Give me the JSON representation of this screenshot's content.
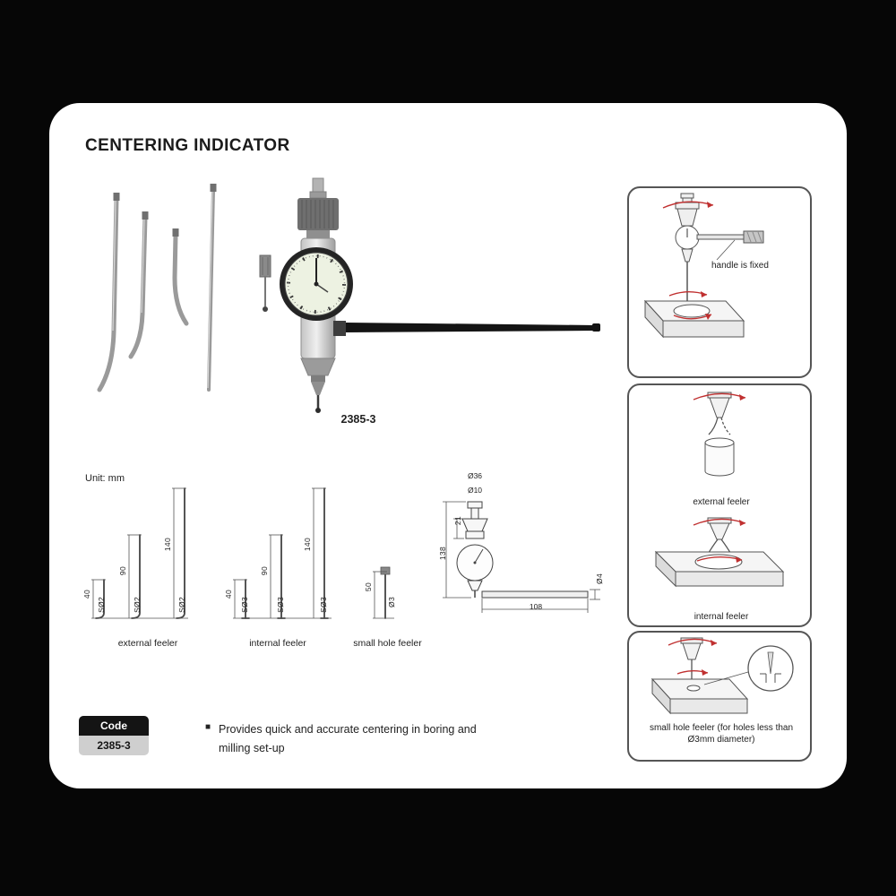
{
  "page": {
    "title": "CENTERING INDICATOR",
    "unit_note": "Unit: mm",
    "product_model": "2385-3",
    "code": {
      "label": "Code",
      "value": "2385-3"
    },
    "description_bullet": "Provides quick and accurate centering in boring and milling set-up"
  },
  "dimension_drawings": {
    "external_feeler": {
      "caption": "external feeler",
      "length_dims": [
        "40",
        "90",
        "140"
      ],
      "tip_dims": [
        "SØ2",
        "SØ2",
        "SØ2"
      ]
    },
    "internal_feeler": {
      "caption": "internal feeler",
      "length_dims": [
        "40",
        "90",
        "140"
      ],
      "tip_dims": [
        "SØ3",
        "SØ3",
        "SØ3"
      ]
    },
    "small_hole_feeler": {
      "caption": "small hole feeler",
      "length_dim": "50",
      "tip_dim": "Ø3"
    },
    "main_unit": {
      "dia_top": "Ø36",
      "dia_stem": "Ø10",
      "len_upper": "21",
      "len_overall": "138",
      "len_handle": "108",
      "dia_handle": "Ø4"
    }
  },
  "usage_panels": {
    "handle_fixed": {
      "caption": "handle is fixed"
    },
    "external_feeler": {
      "caption": "external feeler"
    },
    "internal_feeler": {
      "caption": "internal feeler"
    },
    "small_hole_feeler": {
      "caption": "small hole feeler (for holes less than Ø3mm diameter)"
    }
  }
}
